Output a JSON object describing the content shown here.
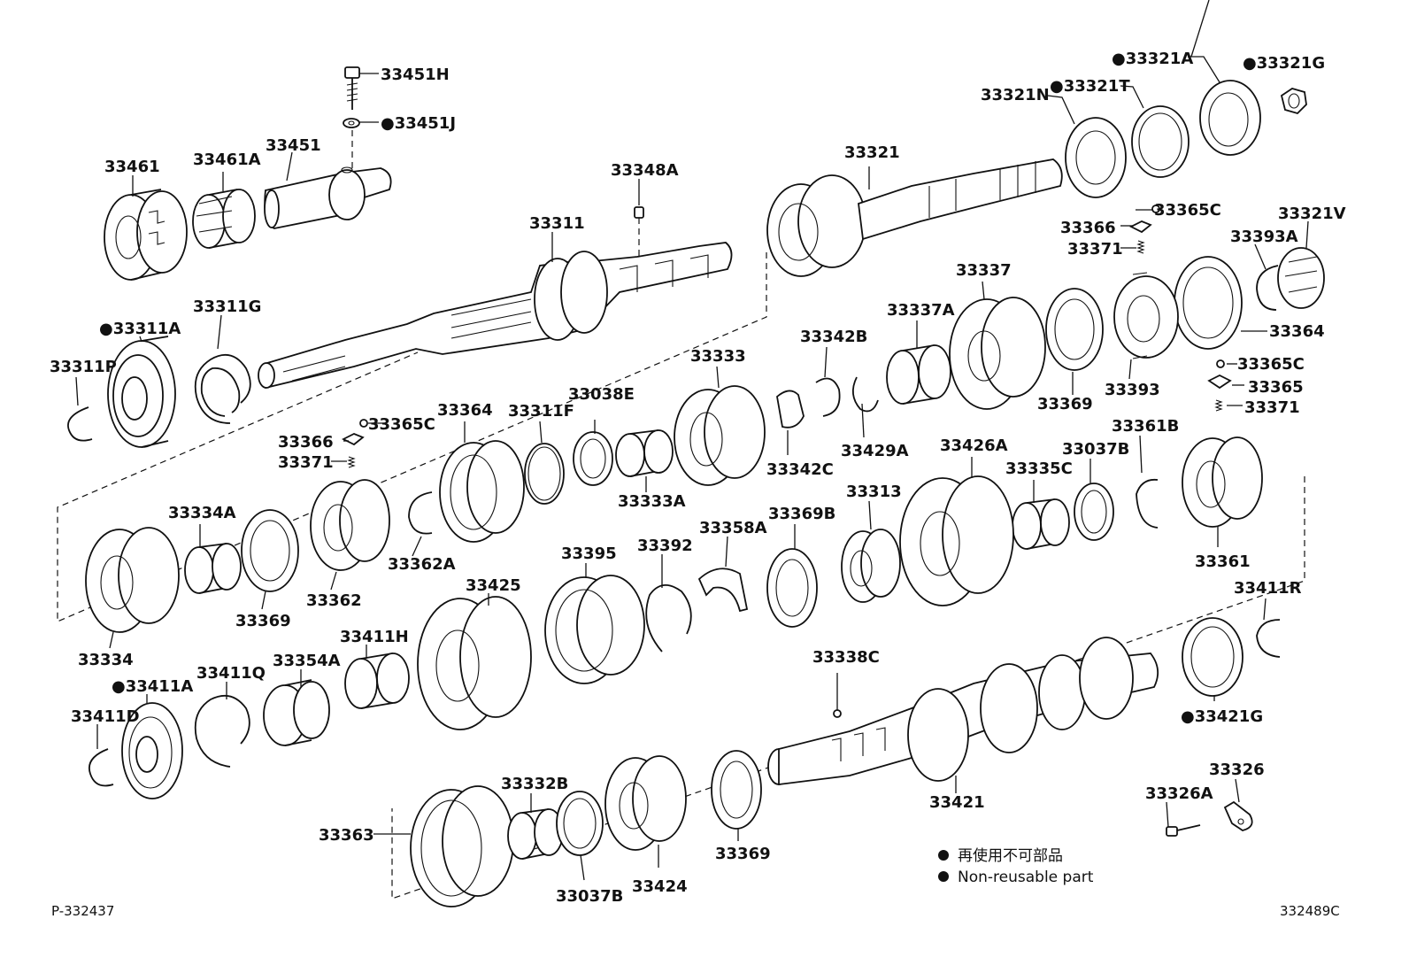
{
  "labels": {
    "l_33451H": "33451H",
    "l_33451J": "●33451J",
    "l_33461": "33461",
    "l_33461A": "33461A",
    "l_33451": "33451",
    "l_33348A": "33348A",
    "l_33311": "33311",
    "l_33311G": "33311G",
    "l_33311A": "●33311A",
    "l_33311P": "33311P",
    "l_33321A": "●33321A",
    "l_33321G": "●33321G",
    "l_33321N": "33321N",
    "l_33321T": "●33321T",
    "l_33321": "33321",
    "l_33365C_a": "33365C",
    "l_33366_a": "33366",
    "l_33371_a": "33371",
    "l_33321V": "33321V",
    "l_33393A": "33393A",
    "l_33337": "33337",
    "l_33337A": "33337A",
    "l_33342B": "33342B",
    "l_33364_a": "33364",
    "l_33365C_b": "33365C",
    "l_33365": "33365",
    "l_33371_b": "33371",
    "l_33333": "33333",
    "l_33393": "33393",
    "l_33369_a": "33369",
    "l_33342C": "33342C",
    "l_33429A": "33429A",
    "l_33038E": "33038E",
    "l_33311F": "33311F",
    "l_33364_b": "33364",
    "l_33365C_c": "33365C",
    "l_33366_b": "33366",
    "l_33371_c": "33371",
    "l_33333A": "33333A",
    "l_33426A": "33426A",
    "l_33335C": "33335C",
    "l_33037B_a": "33037B",
    "l_33361B": "33361B",
    "l_33313": "33313",
    "l_33334A": "33334A",
    "l_33362A": "33362A",
    "l_33362": "33362",
    "l_33369_b": "33369",
    "l_33334": "33334",
    "l_33358A": "33358A",
    "l_33369B": "33369B",
    "l_33395": "33395",
    "l_33392": "33392",
    "l_33425": "33425",
    "l_33361": "33361",
    "l_33411R": "33411R",
    "l_33338C": "33338C",
    "l_33411H": "33411H",
    "l_33354A": "33354A",
    "l_33411Q": "33411Q",
    "l_33411A": "●33411A",
    "l_33411D": "33411D",
    "l_33421G": "●33421G",
    "l_33332B": "33332B",
    "l_33326": "33326",
    "l_33326A": "33326A",
    "l_33421": "33421",
    "l_33363": "33363",
    "l_33424": "33424",
    "l_33369_c": "33369",
    "l_33037B_b": "33037B"
  },
  "legend": {
    "japanese": "再使用不可部品",
    "english": "Non-reusable part"
  },
  "codes": {
    "left": "P-332437",
    "right": "332489C"
  }
}
